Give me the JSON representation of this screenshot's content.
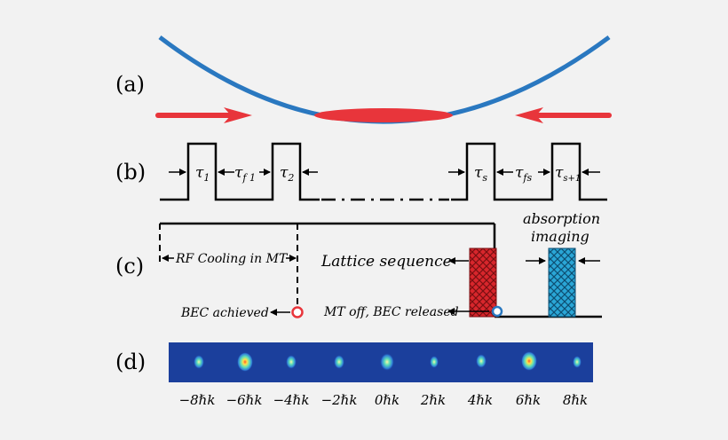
{
  "panels": {
    "a": "(a)",
    "b": "(b)",
    "c": "(c)",
    "d": "(d)"
  },
  "pulses": {
    "tau1": "τ",
    "tau1_sub": "1",
    "tauf1": "τ",
    "tauf1_sub": "f 1",
    "tau2": "τ",
    "tau2_sub": "2",
    "taus": "τ",
    "taus_sub": "s",
    "taufs": "τ",
    "taufs_sub": "fs",
    "taus1": "τ",
    "taus1_sub": "s+1"
  },
  "sequence": {
    "rf_cooling": "RF Cooling in MT",
    "lattice": "Lattice sequence",
    "bec_achieved": "BEC achieved",
    "mt_off": "MT off, BEC released",
    "absorption_line1": "absorption",
    "absorption_line2": "imaging"
  },
  "momentum": {
    "labels": [
      "−8ℏk",
      "−6ℏk",
      "−4ℏk",
      "−2ℏk",
      "0ℏk",
      "2ℏk",
      "4ℏk",
      "6ℏk",
      "8ℏk"
    ]
  },
  "colors": {
    "trap": "#2a78c0",
    "laser": "#e8353b",
    "lattice_block": "#d8262c",
    "imaging_block": "#2aa6d6",
    "image_bg": "#1b3f9c"
  }
}
